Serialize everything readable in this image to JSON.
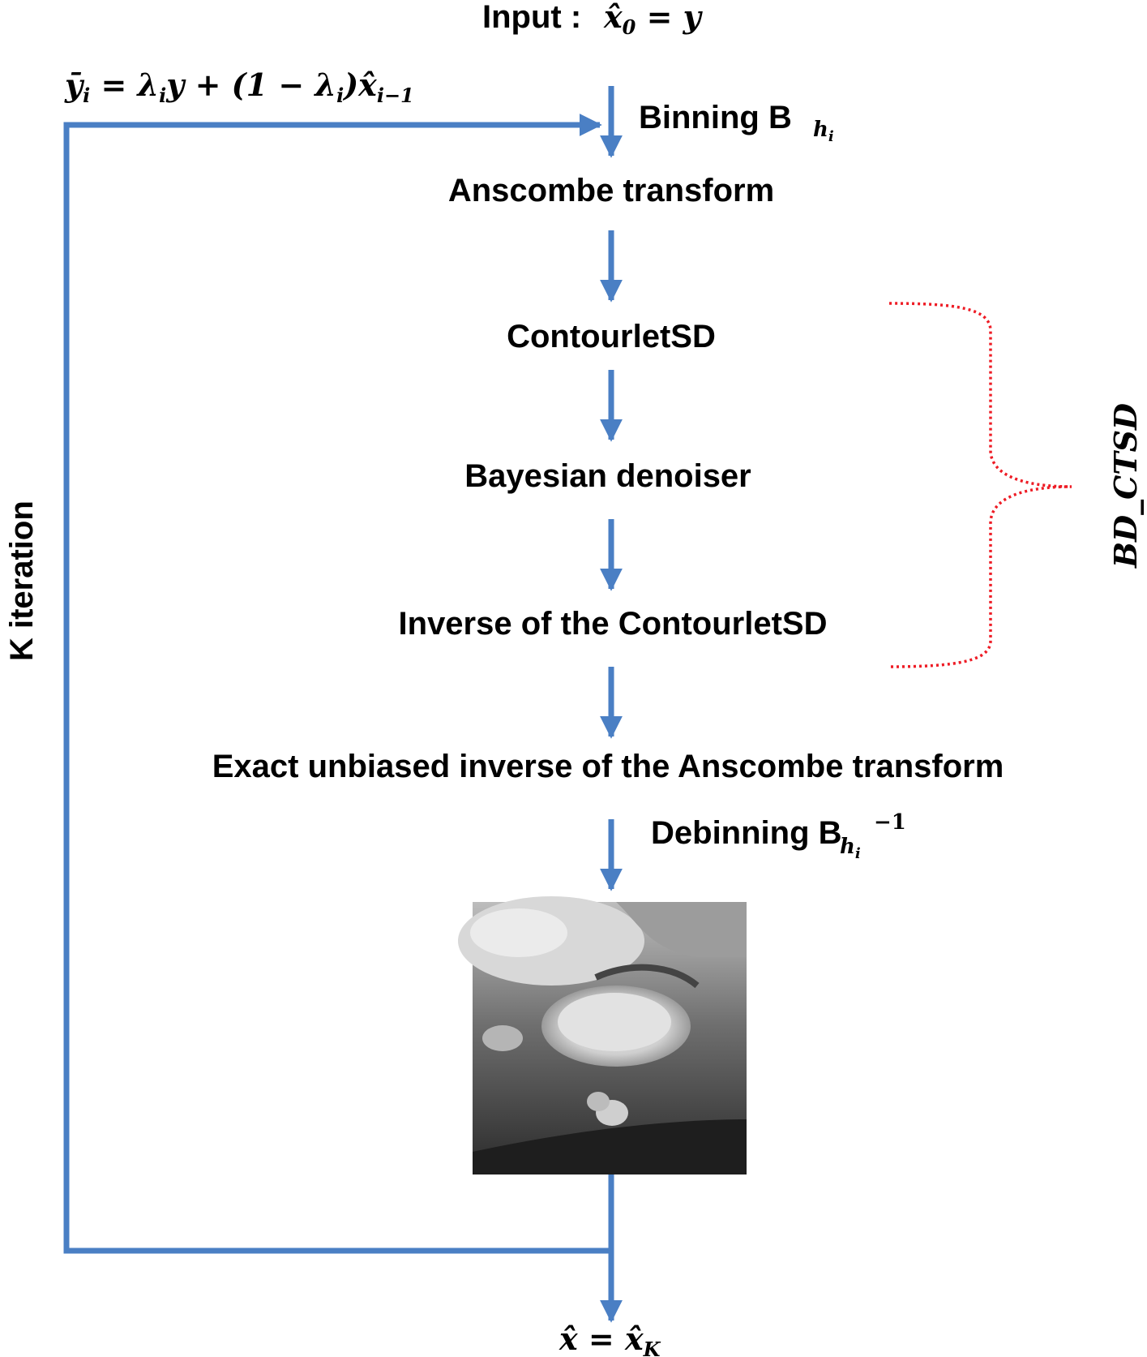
{
  "colors": {
    "flow": "#4a7fc4",
    "brace": "#ee1c25",
    "text": "#000000"
  },
  "input_label": "Input : x̂₀ = y",
  "binning_label": "Binning B",
  "bin_subscript": "h",
  "bin_subsub": "i",
  "debinning_label": "Debinning B",
  "debin_sup": "−1",
  "feedback_formula": "ȳᵢ = λᵢy + (1 − λᵢ)x̂ᵢ₋₁",
  "loop_label": "K iteration",
  "steps": [
    "Anscombe transform",
    "ContourletSD",
    "Bayesian denoiser",
    "Inverse of the ContourletSD",
    "Exact unbiased inverse of the Anscombe transform"
  ],
  "group_label": "BD_CTSD",
  "output_label": "x̂ = x̂K",
  "image_description_icon": "grayscale-ultrasound-image"
}
